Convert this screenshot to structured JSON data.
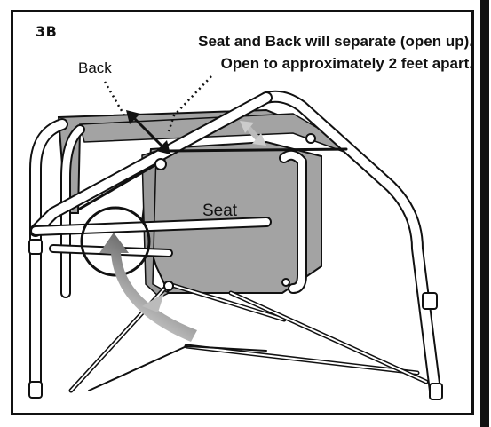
{
  "step_label": "3B",
  "instruction_line_1": "Seat and Back will separate (open up).",
  "instruction_line_2": "Open to approximately 2 feet apart.",
  "label_back": "Back",
  "label_seat": "Seat",
  "colors": {
    "fabric": "#a3a3a3",
    "outline": "#111111",
    "frame": "#ffffff",
    "arrow_gradient_start": "#ffffff",
    "arrow_gradient_end": "#555555"
  }
}
